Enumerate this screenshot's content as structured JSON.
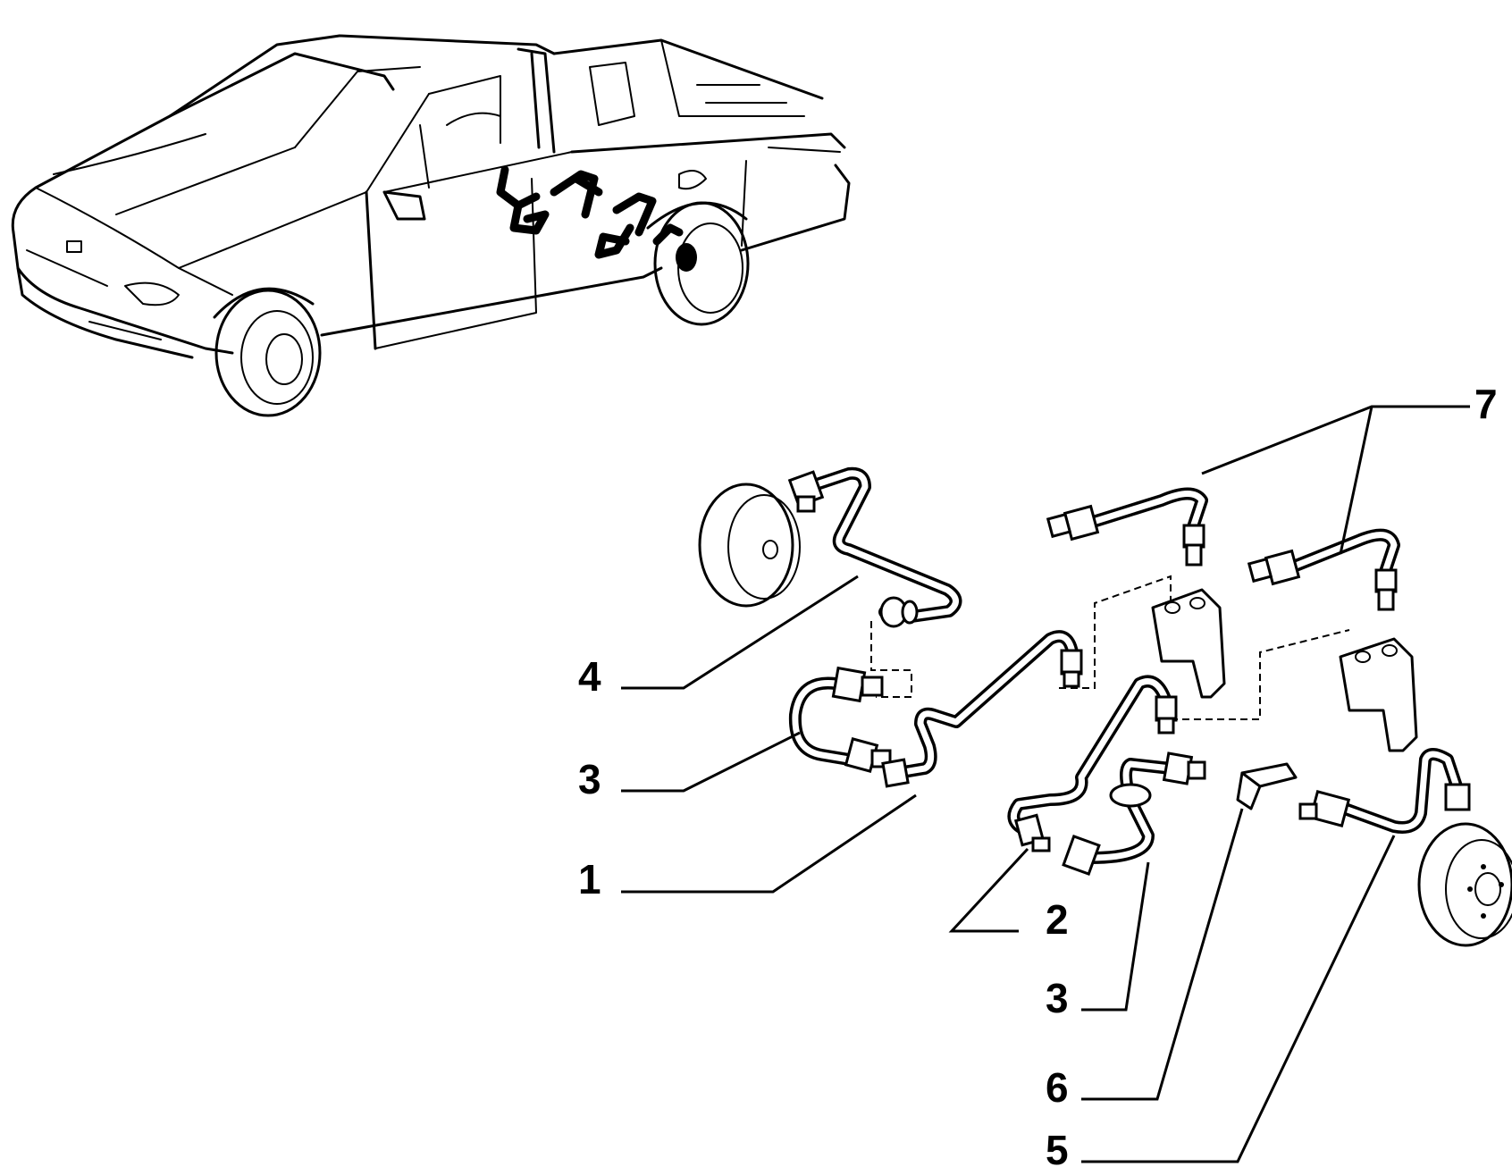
{
  "callouts": [
    {
      "id": "7",
      "label": "7"
    },
    {
      "id": "4",
      "label": "4"
    },
    {
      "id": "3a",
      "label": "3"
    },
    {
      "id": "1",
      "label": "1"
    },
    {
      "id": "2",
      "label": "2"
    },
    {
      "id": "3b",
      "label": "3"
    },
    {
      "id": "6",
      "label": "6"
    },
    {
      "id": "5",
      "label": "5"
    }
  ]
}
